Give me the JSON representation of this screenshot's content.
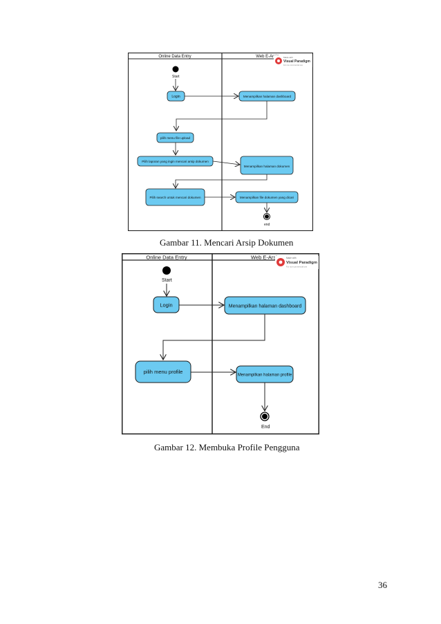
{
  "figure1": {
    "lane_left": "Online Data Entry",
    "lane_right": "Web E-Arsip",
    "watermark_small": "Made with",
    "watermark_brand": "Visual Paradigm",
    "watermark_sub": "For non-commercial use",
    "start_label": "Start",
    "end_label": "end",
    "actions": {
      "login": "Login",
      "dashboard": "Menampilkan halaman dashboard",
      "menu_upload": "pilih menu file upload",
      "pilih_laporan": "Pilih laporan yang ingin mencari arsip dokumen",
      "tampil_dokumen": "Menampilkan halaman dokumen",
      "search": "Pilih search untuk mencari dokumen",
      "tampil_file": "Menampilkan file dokumen yang dicari"
    },
    "caption": "Gambar 11. Mencari Arsip Dokumen"
  },
  "figure2": {
    "lane_left": "Online Data Entry",
    "lane_right": "Web E-Arsip",
    "watermark_small": "Made with",
    "watermark_brand": "Visual Paradigm",
    "watermark_sub": "For non-commercial use",
    "start_label": "Start",
    "end_label": "End",
    "actions": {
      "login": "Login",
      "dashboard": "Menampilkan halaman dashboard",
      "menu_profile": "pilih menu profile",
      "tampil_profile": "Menampilkan halaman profile"
    },
    "caption": "Gambar 12. Membuka Profile Pengguna"
  },
  "page_number": "36",
  "colors": {
    "action_fill": "#6ccaf1",
    "action_stroke": "#1a1a1a",
    "frame": "#222222"
  }
}
